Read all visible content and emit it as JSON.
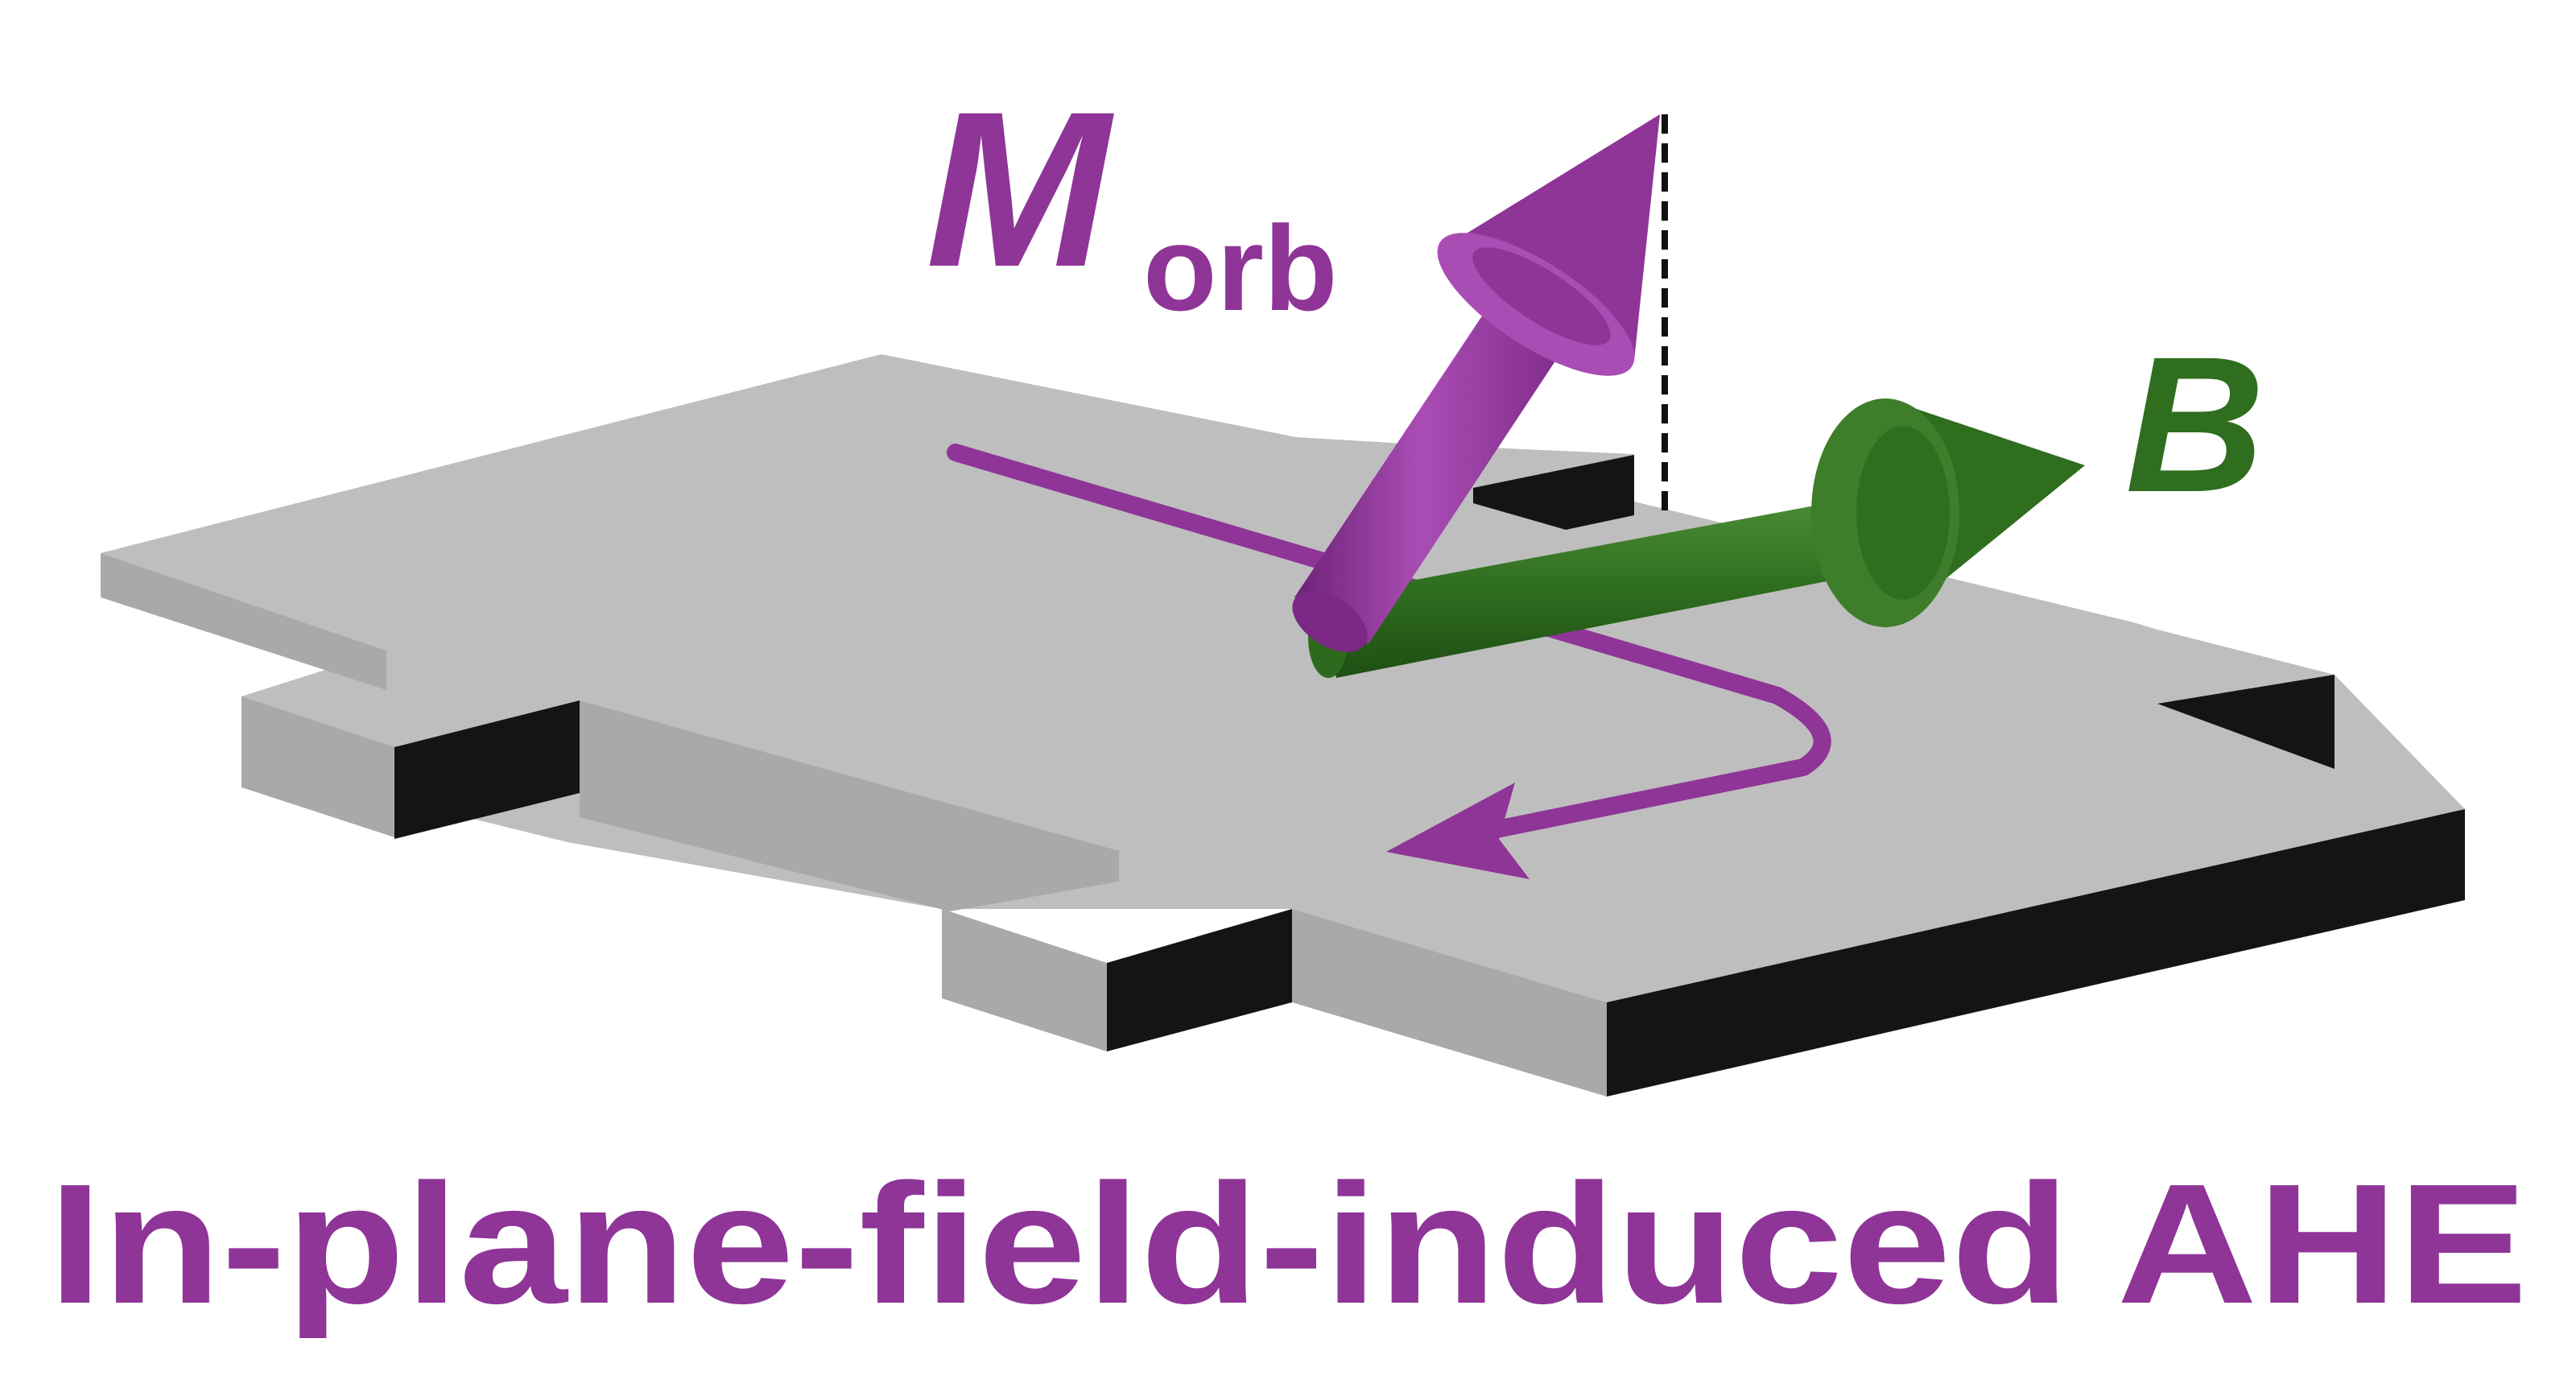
{
  "labels": {
    "m_symbol": "M",
    "m_subscript": "orb",
    "b_symbol": "B",
    "caption": "In-plane-field-induced AHE"
  },
  "colors": {
    "purple": "#8E3597",
    "purple_light": "#A94DB5",
    "purple_dark": "#6E2277",
    "green": "#2F6E1F",
    "green_light": "#4D8E36",
    "green_dark": "#1F4E14",
    "slab_top": "#BEBEBE",
    "slab_side": "#A9A9A9",
    "slab_dark": "#141414",
    "background": "#FFFFFF"
  },
  "icons": {
    "m_orb_arrow": "arrow-up-right",
    "b_arrow": "arrow-right",
    "current_path": "hall-current-arrow"
  }
}
